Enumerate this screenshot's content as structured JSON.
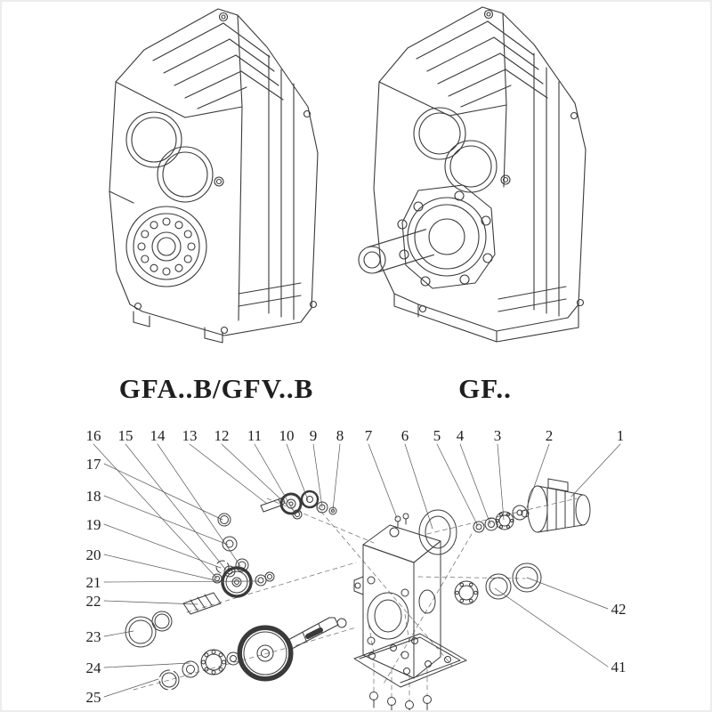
{
  "figure": {
    "left_model_label": "GFA..B/GFV..B",
    "right_model_label": "GF..",
    "line_color": "#3a3a3a"
  },
  "exploded_view": {
    "callouts_top": [
      "16",
      "15",
      "14",
      "13",
      "12",
      "11",
      "10",
      "9",
      "8",
      "7",
      "6",
      "5",
      "4",
      "3",
      "2",
      "1"
    ],
    "callouts_left": [
      "17",
      "18",
      "19",
      "20",
      "21",
      "22",
      "23",
      "24",
      "25"
    ],
    "callouts_right": [
      "42",
      "41"
    ]
  }
}
